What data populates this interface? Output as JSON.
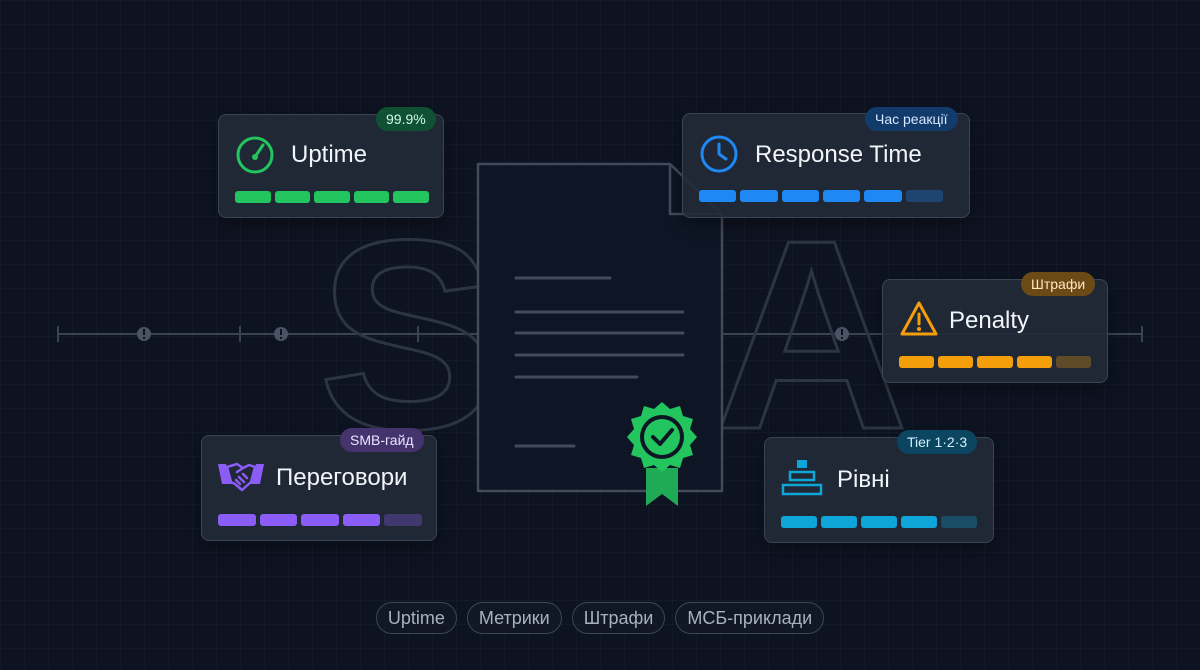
{
  "letters": {
    "left": "S",
    "right": "A"
  },
  "cards": [
    {
      "id": "uptime",
      "title": "Uptime",
      "badge": "99.9%",
      "icon": "gauge-icon",
      "color": "#22c55e",
      "badge_bg": "#0f5132",
      "badge_fg": "#d1fae5",
      "segments": 5,
      "filled": 5
    },
    {
      "id": "response-time",
      "title": "Response Time",
      "badge": "Час реакції",
      "icon": "clock-icon",
      "color": "#1e88f5",
      "badge_bg": "#123a6b",
      "badge_fg": "#d6e7ff",
      "segments": 6,
      "filled": 5
    },
    {
      "id": "penalty",
      "title": "Penalty",
      "badge": "Штрафи",
      "icon": "warning-icon",
      "color": "#f59e0b",
      "badge_bg": "#6b4a16",
      "badge_fg": "#fde7c0",
      "segments": 5,
      "filled": 4
    },
    {
      "id": "negotiations",
      "title": "Переговори",
      "badge": "SMB-гайд",
      "icon": "handshake-icon",
      "color": "#8b5cf6",
      "badge_bg": "#45336e",
      "badge_fg": "#ece4ff",
      "segments": 5,
      "filled": 4
    },
    {
      "id": "tiers",
      "title": "Рівні",
      "badge": "Tier 1·2·3",
      "icon": "tiers-icon",
      "color": "#0ea5d8",
      "badge_bg": "#0b4560",
      "badge_fg": "#d2f1ff",
      "segments": 5,
      "filled": 4
    }
  ],
  "chips": [
    "Uptime",
    "Метрики",
    "Штрафи",
    "МСБ-приклади"
  ]
}
